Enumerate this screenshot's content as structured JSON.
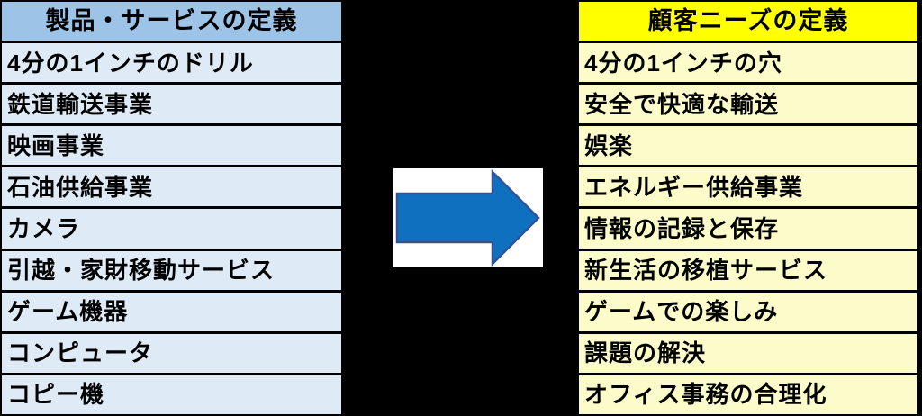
{
  "canvas": {
    "background": "#000000"
  },
  "left_table": {
    "title": "製品・サービスの定義",
    "header_bg": "#9DC3E6",
    "row_bg": "#DEEAF6",
    "rows": [
      "4分の1インチのドリル",
      "鉄道輸送事業",
      "映画事業",
      "石油供給事業",
      "カメラ",
      "引越・家財移動サービス",
      "ゲーム機器",
      "コンピュータ",
      "コピー機"
    ]
  },
  "right_table": {
    "title": "顧客ニーズの定義",
    "header_bg": "#FFFF00",
    "row_bg": "#FCFCCB",
    "rows": [
      "4分の1インチの穴",
      "安全で快適な輸送",
      "娯楽",
      "エネルギー供給事業",
      "情報の記録と保存",
      "新生活の移植サービス",
      "ゲームでの楽しみ",
      "課題の解決",
      "オフィス事務の合理化"
    ]
  },
  "arrow": {
    "direction": "right",
    "fill": "#1070C0",
    "stroke": "#2F5496",
    "panel_bg": "#FFFFFF"
  }
}
